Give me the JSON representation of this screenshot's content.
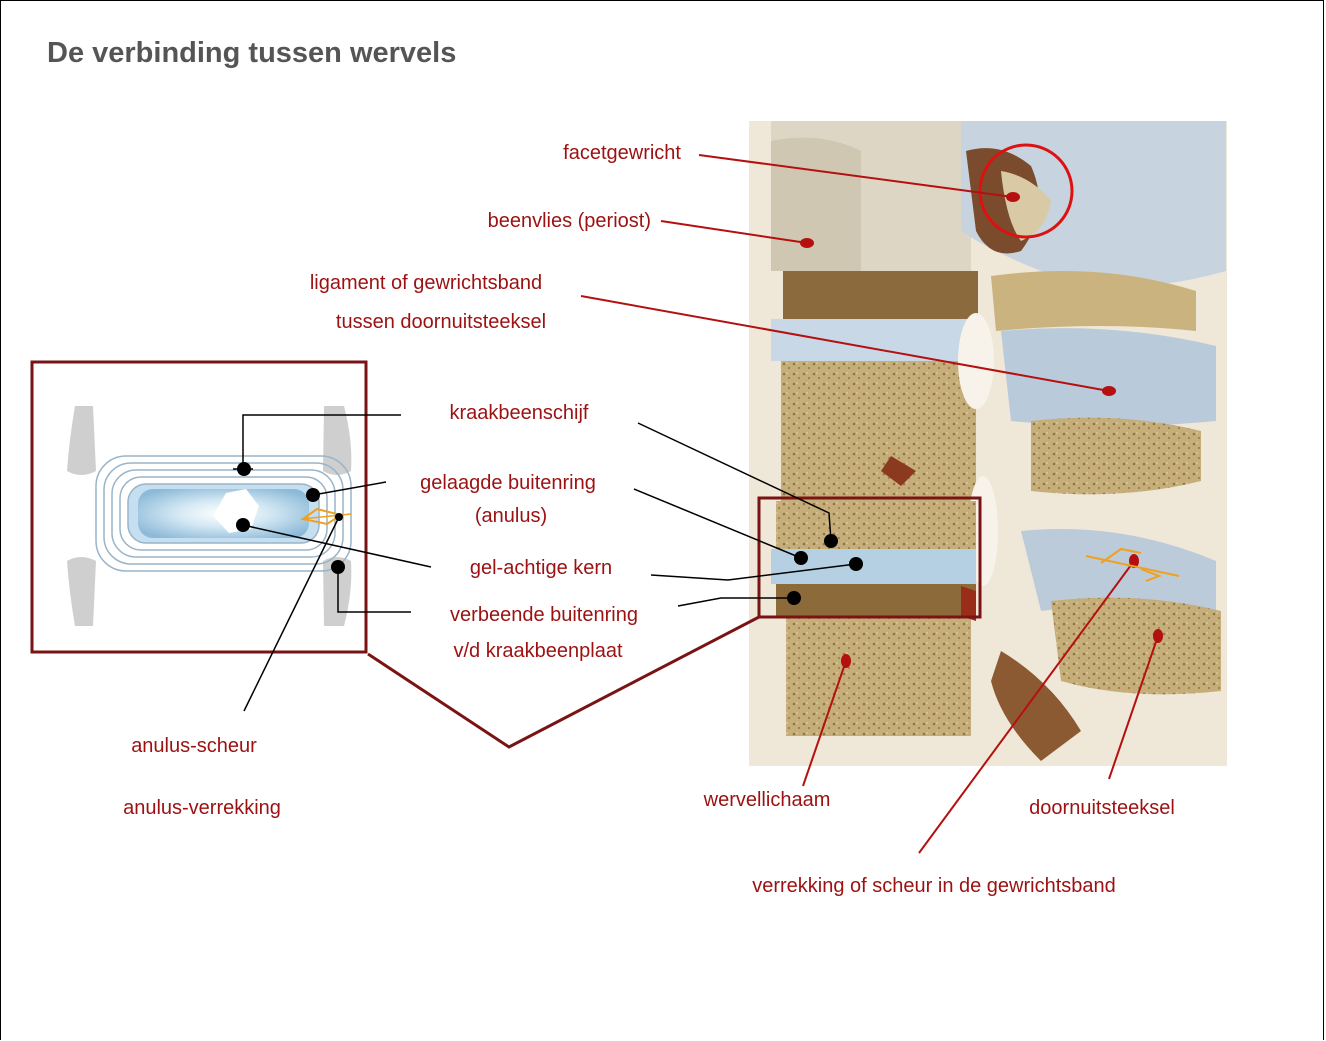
{
  "slide": {
    "title": "De verbinding tussen wervels"
  },
  "labels": {
    "facetgewricht": "facetgewricht",
    "periost": "beenvlies (periost)",
    "ligament_1": "ligament of gewrichtsband",
    "ligament_2": "tussen doornuitsteeksel",
    "kraakbeenschijf": "kraakbeenschijf",
    "buitenring_1": "gelaagde buitenring",
    "buitenring_2": "(anulus)",
    "kern": "gel-achtige kern",
    "verbeende_1": "verbeende buitenring",
    "verbeende_2": "v/d kraakbeenplaat",
    "anulus_scheur": "anulus-scheur",
    "anulus_verrekking": "anulus-verrekking",
    "wervellichaam": "wervellichaam",
    "doornuitsteeksel": "doornuitsteeksel",
    "gewrichtsband_scheur": "verrekking of scheur in de gewrichtsband"
  },
  "colors": {
    "label_red": "#9c1111",
    "frame_red": "#7a1414",
    "title_gray": "#555555",
    "disc_blue": "#a9cde4",
    "bone_tan": "#c9b27f",
    "strain_orange": "#f0a020"
  }
}
